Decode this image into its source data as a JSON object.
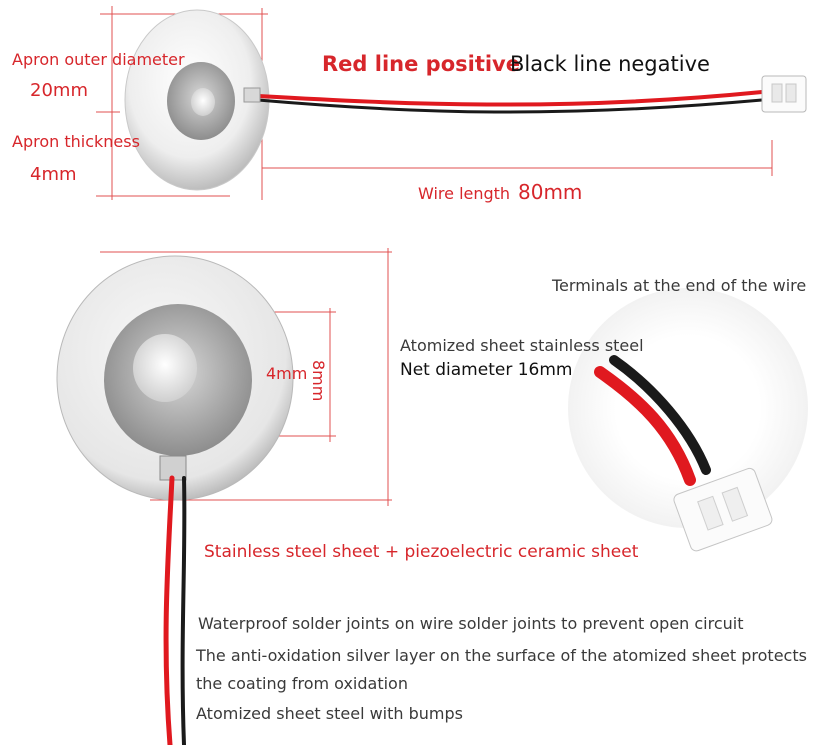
{
  "top": {
    "apron_outer_diameter_label": "Apron outer diameter",
    "apron_outer_diameter_value": "20mm",
    "apron_thickness_label": "Apron thickness",
    "apron_thickness_value": "4mm",
    "red_line_label": "Red line positive",
    "black_line_label": "Black line negative",
    "wire_length_label": "Wire length",
    "wire_length_value": "80mm"
  },
  "bottom": {
    "inner_dim_value": "4mm",
    "outer_dim_value": "8mm",
    "material_label": "Atomized sheet stainless steel",
    "net_diameter_label": "Net diameter 16mm",
    "terminals_label": "Terminals at the end of the wire",
    "sheet_composition_label": "Stainless steel sheet + piezoelectric ceramic sheet",
    "note_1": "Waterproof solder joints on wire solder joints to prevent open circuit",
    "note_2": "The anti-oxidation silver layer on the surface of the atomized sheet protects",
    "note_3": "the coating from oxidation",
    "note_4": "Atomized sheet steel with bumps"
  },
  "colors": {
    "accent_red": "#d7262b",
    "wire_red": "#e0191f",
    "wire_black": "#1a1a1a",
    "dimension_line": "#e05050"
  }
}
